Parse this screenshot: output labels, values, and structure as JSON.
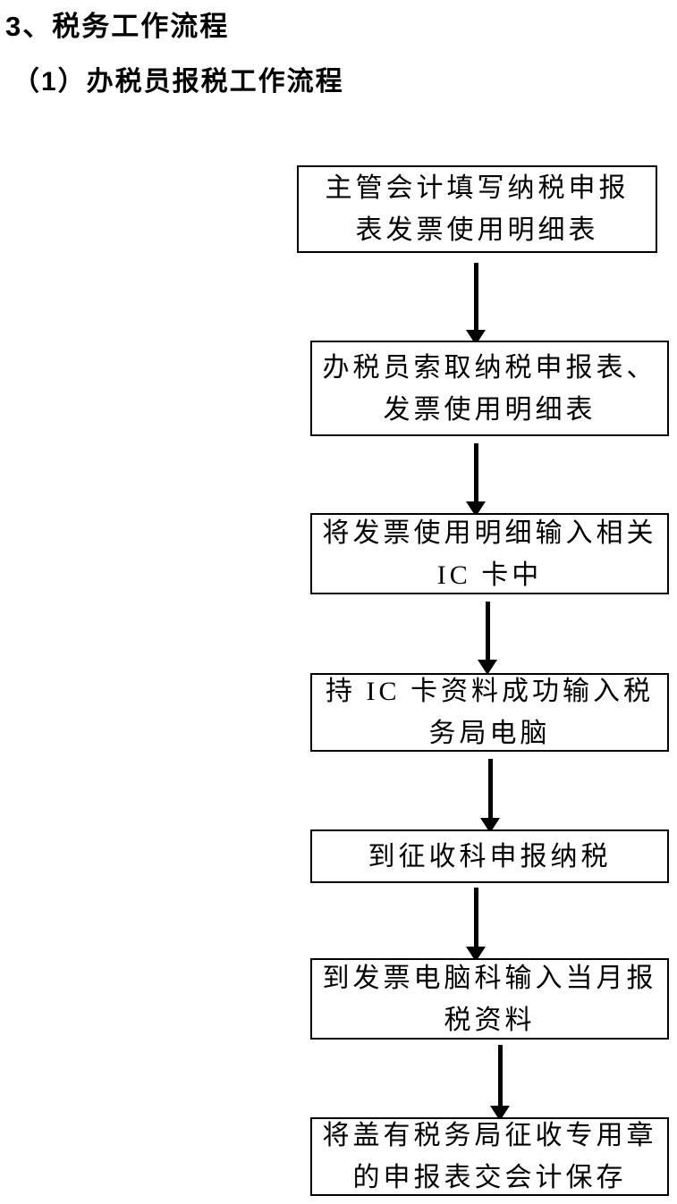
{
  "page": {
    "title": "3、税务工作流程",
    "subtitle": "（1）办税员报税工作流程",
    "background_color": "#ffffff",
    "text_color": "#000000",
    "line_color": "#000000"
  },
  "flowchart": {
    "type": "vertical-flow",
    "nodes": [
      {
        "id": 1,
        "label": "主管会计填写纳税申报\n表发票使用明细表"
      },
      {
        "id": 2,
        "label": "办税员索取纳税申报表、\n发票使用明细表"
      },
      {
        "id": 3,
        "label": "将发票使用明细输入相关\nIC 卡中"
      },
      {
        "id": 4,
        "label": "持 IC 卡资料成功输入税\n务局电脑"
      },
      {
        "id": 5,
        "label": "到征收科申报纳税"
      },
      {
        "id": 6,
        "label": "到发票电脑科输入当月报\n税资料"
      },
      {
        "id": 7,
        "label": "将盖有税务局征收专用章\n的申报表交会计保存"
      }
    ],
    "connections": [
      {
        "from": 1,
        "to": 2
      },
      {
        "from": 2,
        "to": 3
      },
      {
        "from": 3,
        "to": 4
      },
      {
        "from": 4,
        "to": 5
      },
      {
        "from": 5,
        "to": 6
      },
      {
        "from": 6,
        "to": 7
      }
    ]
  }
}
